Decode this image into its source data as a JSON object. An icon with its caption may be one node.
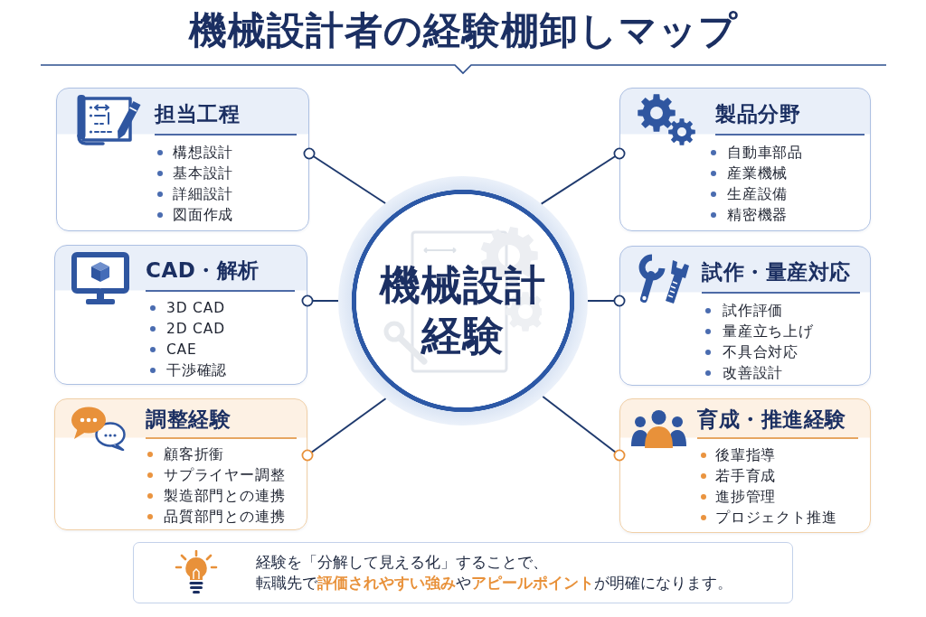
{
  "diagram": {
    "title": "機械設計者の経験棚卸しマップ",
    "nodes": [
      {
        "text": [
          "機械設計経験"
        ]
      },
      {
        "text": [
          "担当工程",
          "構想設計",
          "基本設計",
          "詳細設計",
          "図面作成"
        ]
      },
      {
        "text": [
          "製品分野",
          "自動車部品",
          "産業機械",
          "生産設備",
          "精密機器"
        ]
      },
      {
        "text": [
          "CAD・解析",
          "3D CAD",
          "2D CAD",
          "CAE",
          "干渉確認"
        ]
      },
      {
        "text": [
          "試作・量産対応",
          "試作評価",
          "量産立ち上げ",
          "不具合対応",
          "改善設計"
        ]
      },
      {
        "text": [
          "調整経験",
          "顧客折衝",
          "サプライヤー調整",
          "製造部門との連携",
          "品質部門との連携"
        ]
      },
      {
        "text": [
          "育成・推進経験",
          "後輩指導",
          "若手育成",
          "進捗管理",
          "プロジェクト推進"
        ]
      },
      {
        "text": [
          "経験を「分解して見える化」することで、転職先で**評価されやすい強み**や**アピールポイント**が明確になります。"
        ]
      }
    ],
    "edges": [
      {
        "from": 0,
        "to": 1,
        "arrow": "other"
      },
      {
        "from": 0,
        "to": 2,
        "arrow": "other"
      },
      {
        "from": 0,
        "to": 3,
        "arrow": "other"
      },
      {
        "from": 0,
        "to": 4,
        "arrow": "other"
      },
      {
        "from": 0,
        "to": 5,
        "arrow": "other"
      },
      {
        "from": 0,
        "to": 6,
        "arrow": "other"
      }
    ]
  }
}
